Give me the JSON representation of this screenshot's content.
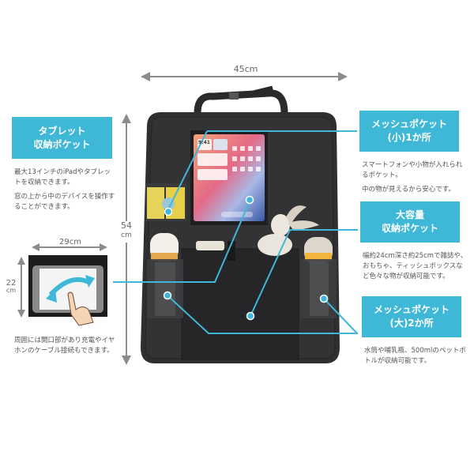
{
  "dimensions": {
    "width_label": "45cm",
    "height_label_num": "54",
    "height_label_unit": "cm",
    "tablet_width_label": "29cm",
    "tablet_height_label_num": "22",
    "tablet_height_label_unit": "cm"
  },
  "callouts": [
    {
      "title_line1": "タブレット",
      "title_line2": "収納ポケット",
      "desc": [
        "最大13インチのiPadやタブレットを収納できます。",
        "窓の上から中のデバイスを操作することができます。"
      ]
    },
    {
      "title_line1": "メッシュポケット",
      "title_line2": "(小)1か所",
      "desc": [
        "スマートフォンや小物が入れられるポケット。",
        "中の物が見えるから安心です。"
      ]
    },
    {
      "title_line1": "大容量",
      "title_line2": "収納ポケット",
      "desc": [
        "幅約24cm深さ約25cmで雑誌や、おもちゃ、ティッシュボックスなど色々な物が収納可能です。"
      ]
    },
    {
      "title_line1": "メッシュポケット",
      "title_line2": "(大)2か所",
      "desc": [
        "水筒や哺乳瓶、500mlのペットボトルが収納可能です。"
      ]
    }
  ],
  "tablet_note": "周囲には開口部があり充電やイヤホンのケーブル接続もできます。",
  "tablet_screen": {
    "time": "9:41"
  },
  "colors": {
    "accent": "#3fb8d8",
    "organizer": "#2a2a2c",
    "dimension_arrow": "#8c8c8c"
  }
}
